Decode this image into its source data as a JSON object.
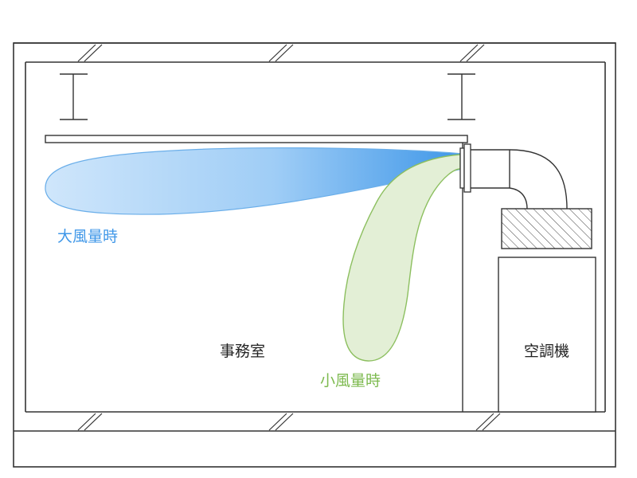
{
  "labels": {
    "large_airflow": "大風量時",
    "small_airflow": "小風量時",
    "office": "事務室",
    "air_conditioner": "空調機"
  },
  "colors": {
    "large_airflow": "#3f97e8",
    "small_airflow": "#7dba4f",
    "line": "#333333"
  }
}
